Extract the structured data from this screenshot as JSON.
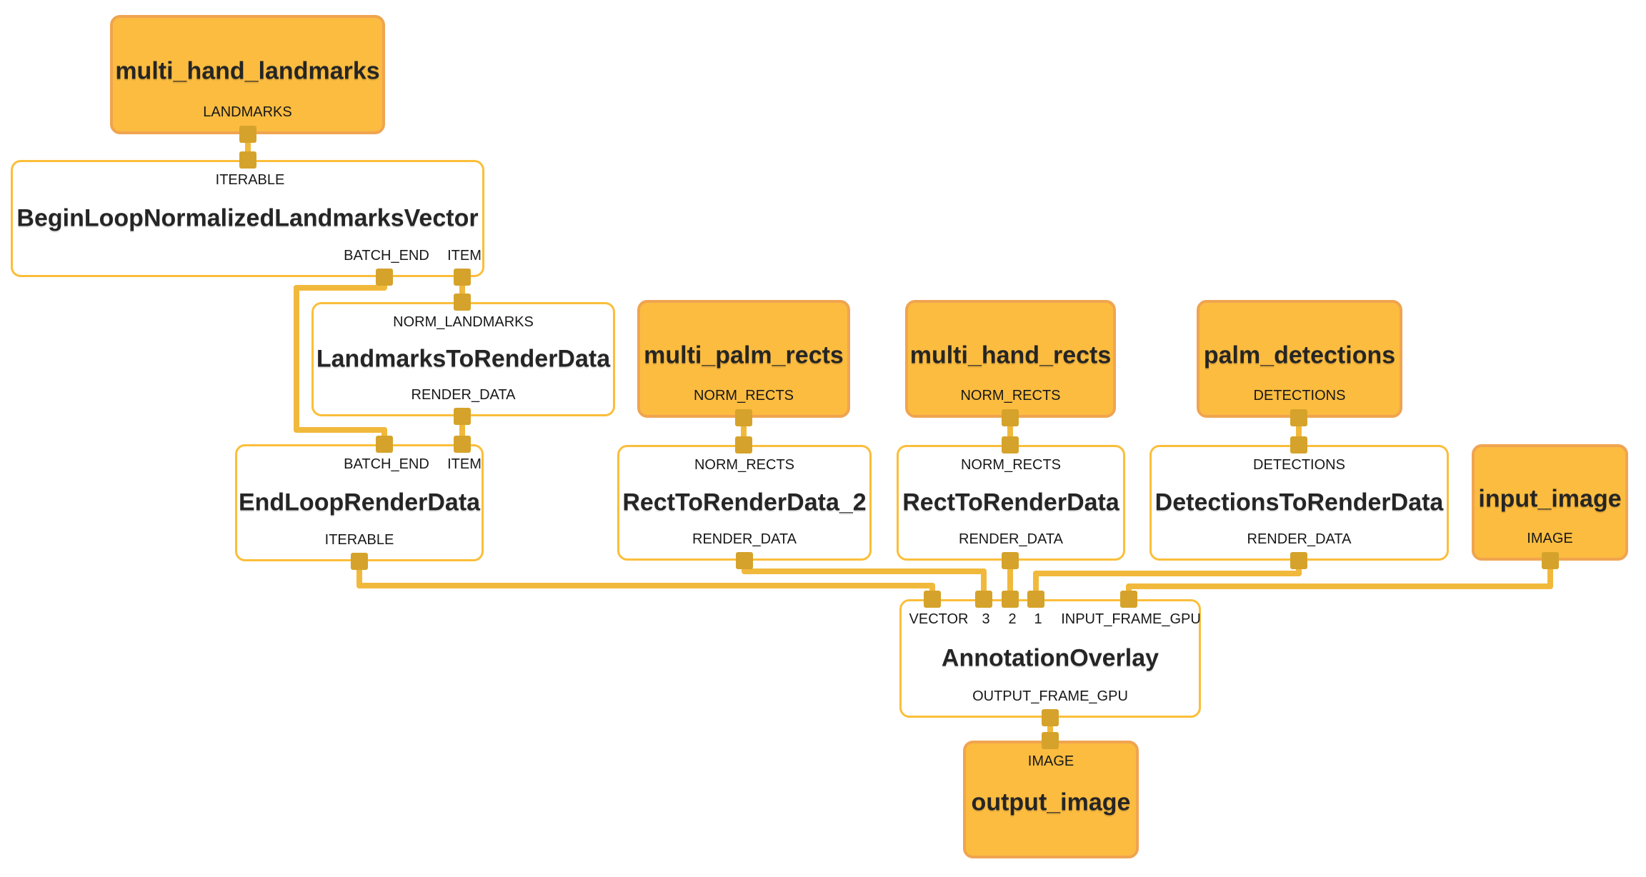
{
  "diagram": {
    "tool": "graph-visualizer",
    "colors": {
      "background": "#ffffff",
      "stream_node_fill": "#FBBC40",
      "stream_node_border": "#F0A450",
      "calculator_node_fill": "#ffffff",
      "calculator_node_border": "#FBBE3A",
      "wire": "#F1B93C",
      "pin": "#D5A32B",
      "text": "#252525"
    },
    "nodes": {
      "multi_hand_landmarks": {
        "title": "multi_hand_landmarks",
        "port_bottom": "LANDMARKS"
      },
      "begin_loop": {
        "port_top": "ITERABLE",
        "title": "BeginLoopNormalizedLandmarksVector",
        "port_bottom_1": "BATCH_END",
        "port_bottom_2": "ITEM"
      },
      "landmarks_to_render_data": {
        "port_top": "NORM_LANDMARKS",
        "title": "LandmarksToRenderData",
        "port_bottom": "RENDER_DATA"
      },
      "end_loop": {
        "port_top_1": "BATCH_END",
        "port_top_2": "ITEM",
        "title": "EndLoopRenderData",
        "port_bottom": "ITERABLE"
      },
      "multi_palm_rects": {
        "title": "multi_palm_rects",
        "port_bottom": "NORM_RECTS"
      },
      "rect_to_render_data_2": {
        "port_top": "NORM_RECTS",
        "title": "RectToRenderData_2",
        "port_bottom": "RENDER_DATA"
      },
      "multi_hand_rects": {
        "title": "multi_hand_rects",
        "port_bottom": "NORM_RECTS"
      },
      "rect_to_render_data": {
        "port_top": "NORM_RECTS",
        "title": "RectToRenderData",
        "port_bottom": "RENDER_DATA"
      },
      "palm_detections": {
        "title": "palm_detections",
        "port_bottom": "DETECTIONS"
      },
      "detections_to_render_data": {
        "port_top": "DETECTIONS",
        "title": "DetectionsToRenderData",
        "port_bottom": "RENDER_DATA"
      },
      "input_image": {
        "title": "input_image",
        "port_bottom": "IMAGE"
      },
      "annotation_overlay": {
        "port_top_1": "VECTOR",
        "port_top_2": "3",
        "port_top_3": "2",
        "port_top_4": "1",
        "port_top_5": "INPUT_FRAME_GPU",
        "title": "AnnotationOverlay",
        "port_bottom": "OUTPUT_FRAME_GPU"
      },
      "output_image": {
        "port_top": "IMAGE",
        "title": "output_image"
      }
    },
    "edges": [
      {
        "from": "multi_hand_landmarks:LANDMARKS",
        "to": "BeginLoopNormalizedLandmarksVector:ITERABLE"
      },
      {
        "from": "BeginLoopNormalizedLandmarksVector:BATCH_END",
        "to": "EndLoopRenderData:BATCH_END"
      },
      {
        "from": "BeginLoopNormalizedLandmarksVector:ITEM",
        "to": "LandmarksToRenderData:NORM_LANDMARKS"
      },
      {
        "from": "LandmarksToRenderData:RENDER_DATA",
        "to": "EndLoopRenderData:ITEM"
      },
      {
        "from": "EndLoopRenderData:ITERABLE",
        "to": "AnnotationOverlay:VECTOR"
      },
      {
        "from": "multi_palm_rects:NORM_RECTS",
        "to": "RectToRenderData_2:NORM_RECTS"
      },
      {
        "from": "RectToRenderData_2:RENDER_DATA",
        "to": "AnnotationOverlay:3"
      },
      {
        "from": "multi_hand_rects:NORM_RECTS",
        "to": "RectToRenderData:NORM_RECTS"
      },
      {
        "from": "RectToRenderData:RENDER_DATA",
        "to": "AnnotationOverlay:2"
      },
      {
        "from": "palm_detections:DETECTIONS",
        "to": "DetectionsToRenderData:DETECTIONS"
      },
      {
        "from": "DetectionsToRenderData:RENDER_DATA",
        "to": "AnnotationOverlay:1"
      },
      {
        "from": "input_image:IMAGE",
        "to": "AnnotationOverlay:INPUT_FRAME_GPU"
      },
      {
        "from": "AnnotationOverlay:OUTPUT_FRAME_GPU",
        "to": "output_image:IMAGE"
      }
    ]
  }
}
